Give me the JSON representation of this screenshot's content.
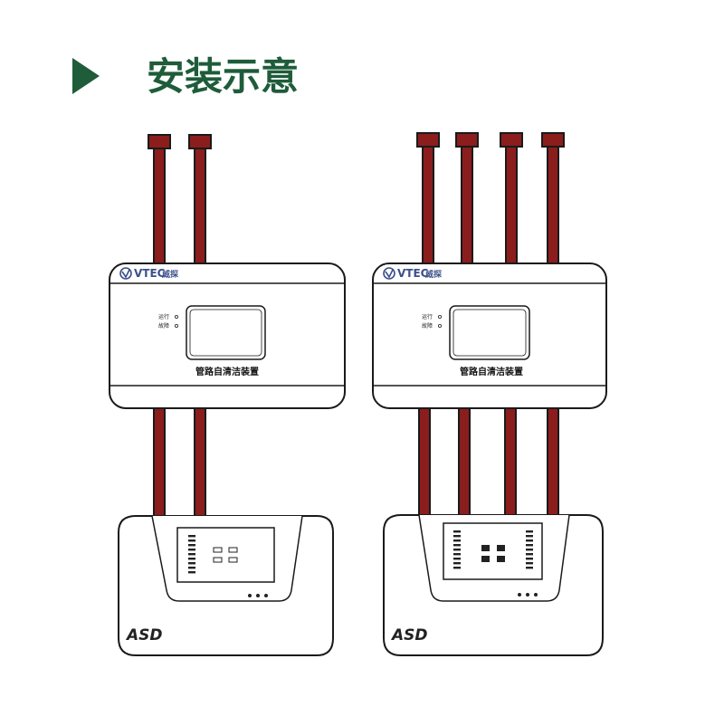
{
  "header": {
    "title": "安装示意"
  },
  "device": {
    "brand": "VTEC",
    "brand_cn": "威探",
    "status_run": "运行",
    "status_fault": "故障",
    "label": "管路自清洁装置"
  },
  "detector": {
    "logo": "ASD"
  },
  "colors": {
    "accent": "#1e5c3a",
    "pipe": "#8b1d1d",
    "brand": "#3b4f8a"
  },
  "assemblies": [
    {
      "name": "assembly-two-pipe",
      "pipe_count": 2
    },
    {
      "name": "assembly-four-pipe",
      "pipe_count": 4
    }
  ]
}
